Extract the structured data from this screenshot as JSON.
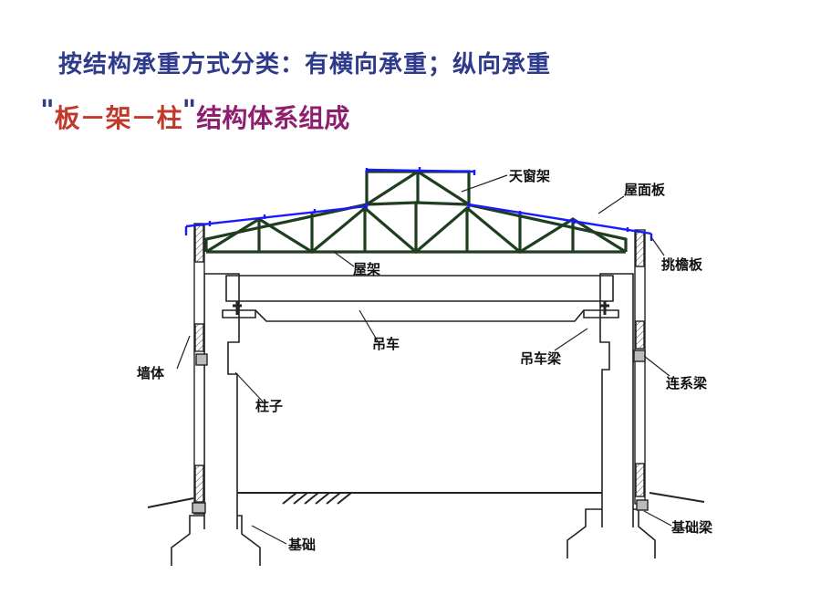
{
  "heading": {
    "line1": "按结构承重方式分类：有横向承重；纵向承重",
    "line2_quote_open": "\"",
    "line2_red": "板－架－柱",
    "line2_quote_close": "\"",
    "line2_purple": "结构体系组成"
  },
  "labels": {
    "skylight_frame": "天窗架",
    "roof_panel": "屋面板",
    "eaves_panel": "挑檐板",
    "roof_truss": "屋架",
    "crane": "吊车",
    "crane_beam": "吊车梁",
    "wall": "墙体",
    "tie_beam": "连系梁",
    "column": "柱子",
    "foundation": "基础",
    "foundation_beam": "基础梁"
  },
  "colors": {
    "heading_blue": "#2e3a8c",
    "heading_red": "#c0392b",
    "heading_purple": "#8e1f6e",
    "truss_green": "#1f3d1f",
    "roof_panel_blue": "#1a1aff",
    "line_black": "#222222"
  }
}
